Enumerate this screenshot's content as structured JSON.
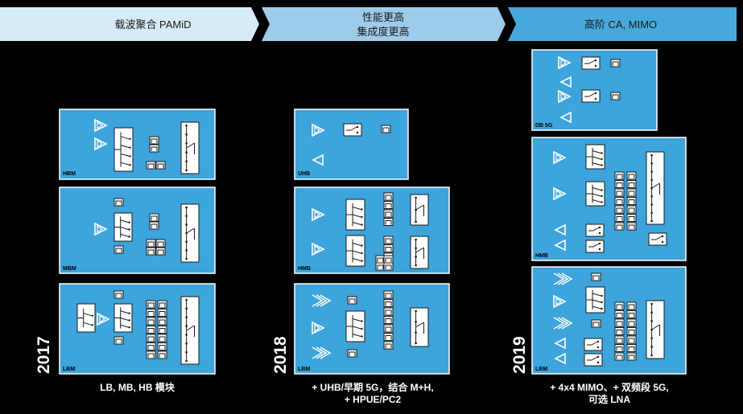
{
  "header": {
    "seg1": "载波聚合 PAMiD",
    "seg2_line1": "性能更高",
    "seg2_line2": "集成度更高",
    "seg3": "高阶 CA, MIMO",
    "colors": {
      "seg1": "#d6ebf7",
      "seg2": "#9ecbea",
      "seg3": "#47a8dc"
    }
  },
  "columns": [
    {
      "year": "2017",
      "modules": [
        "HBM",
        "MBM",
        "LBM"
      ],
      "caption_line1": "LB, MB, HB 模块",
      "caption_line2": ""
    },
    {
      "year": "2018",
      "modules": [
        "UHB",
        "HMB",
        "LBM"
      ],
      "caption_line1": "+ UHB/早期 5G，结合 M+H,",
      "caption_line2": "+ HPUE/PC2"
    },
    {
      "year": "2019",
      "modules": [
        "DB 5G",
        "HMB",
        "LBM"
      ],
      "caption_line1": "+ 4x4 MIMO、+ 双频段 5G,",
      "caption_line2": "可选 LNA"
    }
  ],
  "colors": {
    "module_fill": "#3da4dc",
    "module_stroke": "#ffffff",
    "symbol_stroke": "#1a1a1a",
    "background": "#000000"
  },
  "icons": [
    "power-amplifier-icon",
    "lna-icon",
    "band-switch-icon",
    "filter-icon",
    "antenna-switch-icon"
  ]
}
